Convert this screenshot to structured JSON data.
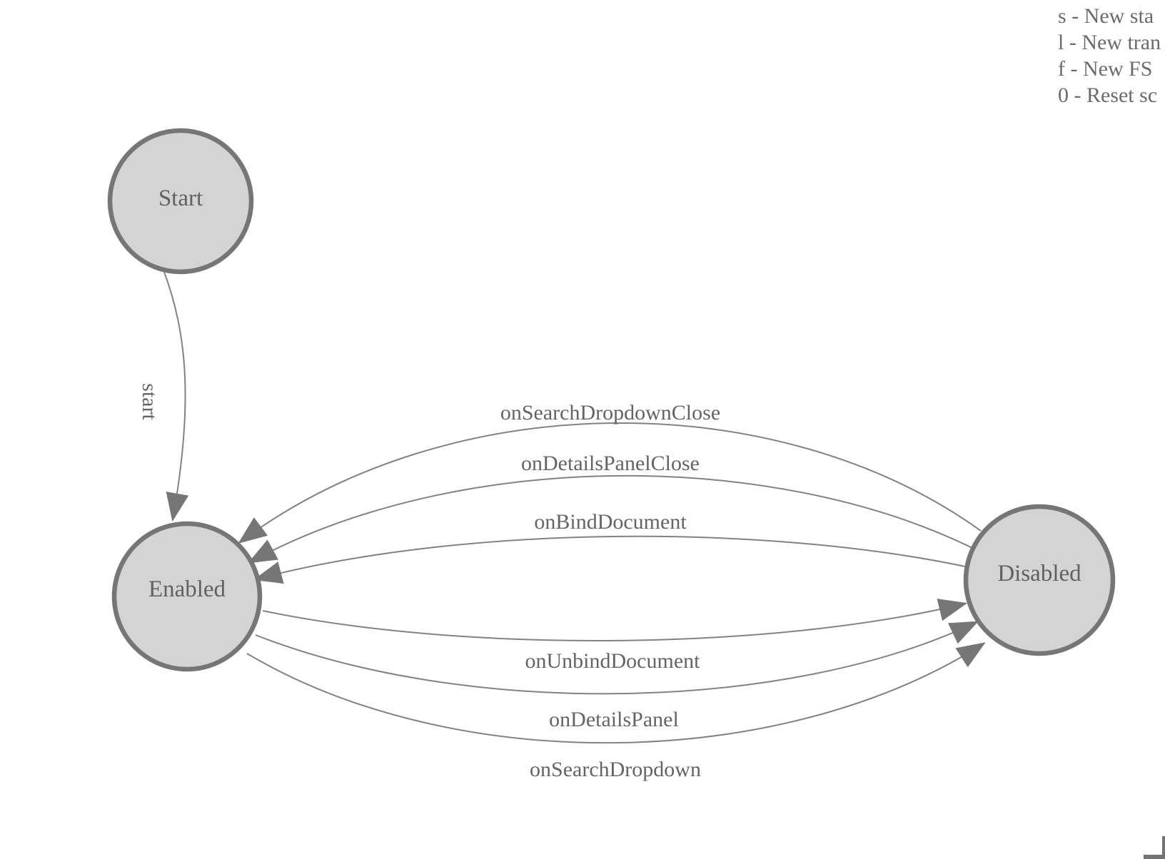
{
  "fsm": {
    "title": "finite-state-machine-diagram",
    "colors": {
      "background": "#ffffff",
      "node_fill": "#d4d4d4",
      "node_stroke": "#767676",
      "edge_stroke": "#828282",
      "arrow_fill": "#767676",
      "label_text": "#616161",
      "legend_text": "#6b6b6b"
    },
    "nodes": [
      {
        "id": "start",
        "label": "Start"
      },
      {
        "id": "enabled",
        "label": "Enabled"
      },
      {
        "id": "disabled",
        "label": "Disabled"
      }
    ],
    "edges": [
      {
        "event": "start",
        "from": "Start",
        "to": "Enabled"
      },
      {
        "event": "onSearchDropdownClose",
        "from": "Disabled",
        "to": "Enabled"
      },
      {
        "event": "onDetailsPanelClose",
        "from": "Disabled",
        "to": "Enabled"
      },
      {
        "event": "onBindDocument",
        "from": "Disabled",
        "to": "Enabled"
      },
      {
        "event": "onUnbindDocument",
        "from": "Enabled",
        "to": "Disabled"
      },
      {
        "event": "onDetailsPanel",
        "from": "Enabled",
        "to": "Disabled"
      },
      {
        "event": "onSearchDropdown",
        "from": "Enabled",
        "to": "Disabled"
      }
    ],
    "legend": {
      "items": [
        {
          "text": "s - New sta"
        },
        {
          "text": "l - New tran"
        },
        {
          "text": "f - New FS"
        },
        {
          "text": "0 - Reset sc"
        }
      ]
    }
  }
}
